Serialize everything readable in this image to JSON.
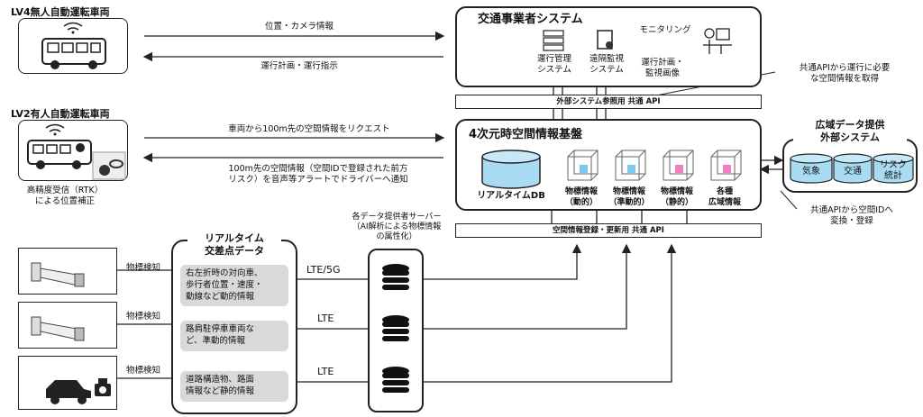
{
  "vehicles": {
    "lv4_title": "LV4無人自動運転車両",
    "lv2_title": "LV2有人自動運転車両",
    "rtk_note": "高精度受信（RTK）\nによる位置補正"
  },
  "arrows": {
    "pos_camera": "位置・カメラ情報",
    "plan_instruction": "運行計画・運行指示",
    "request_100m": "車両から100m先の空間情報をリクエスト",
    "notify_100m": "100m先の空間情報（空間IDで登録された前方\nリスク）を音声等アラートでドライバーへ通知"
  },
  "operator": {
    "title": "交通事業者システム",
    "ops_mgmt": "運行管理\nシステム",
    "remote_watch": "遠隔監視\nシステム",
    "monitoring": "モニタリング",
    "plan_image": "運行計画・\n監視画像"
  },
  "api_ref_bar": "外部システム参照用 共通 API",
  "api_ref_note": "共通APIから運行に必要\nな空間情報を取得",
  "platform": {
    "title": "4次元時空間情報基盤",
    "realtime_db": "リアルタイムDB",
    "items": [
      "物標情報\n（動的）",
      "物標情報\n（準動的）",
      "物標情報\n（静的）",
      "各種\n広域情報"
    ]
  },
  "external": {
    "title": "広域データ提供\n外部システム",
    "weather": "気象",
    "traffic": "交通",
    "risk": "リスク\n統計",
    "convert_note": "共通APIから空間IDへ\n変換・登録"
  },
  "api_reg_bar": "空間情報登録・更新用 共通 API",
  "servers_label": "各データ提供者サーバー\n（AI解析による物標情報\nの属性化）",
  "intersection": {
    "title": "リアルタイム\n交差点データ",
    "detect": "物標検知",
    "rows": [
      {
        "text": "右左折時の対向車、\n歩行者位置・速度・\n動線など動的情報",
        "link": "LTE/5G"
      },
      {
        "text": "路肩駐停車車両な\nど、準動的情報",
        "link": "LTE"
      },
      {
        "text": "道路構造物、路面\n情報など静的情報",
        "link": "LTE"
      }
    ]
  },
  "colors": {
    "db": "#a9dcf2",
    "db_border": "#222",
    "cube_blue": "#7ec8f0",
    "cube_pink": "#f07ec0"
  }
}
